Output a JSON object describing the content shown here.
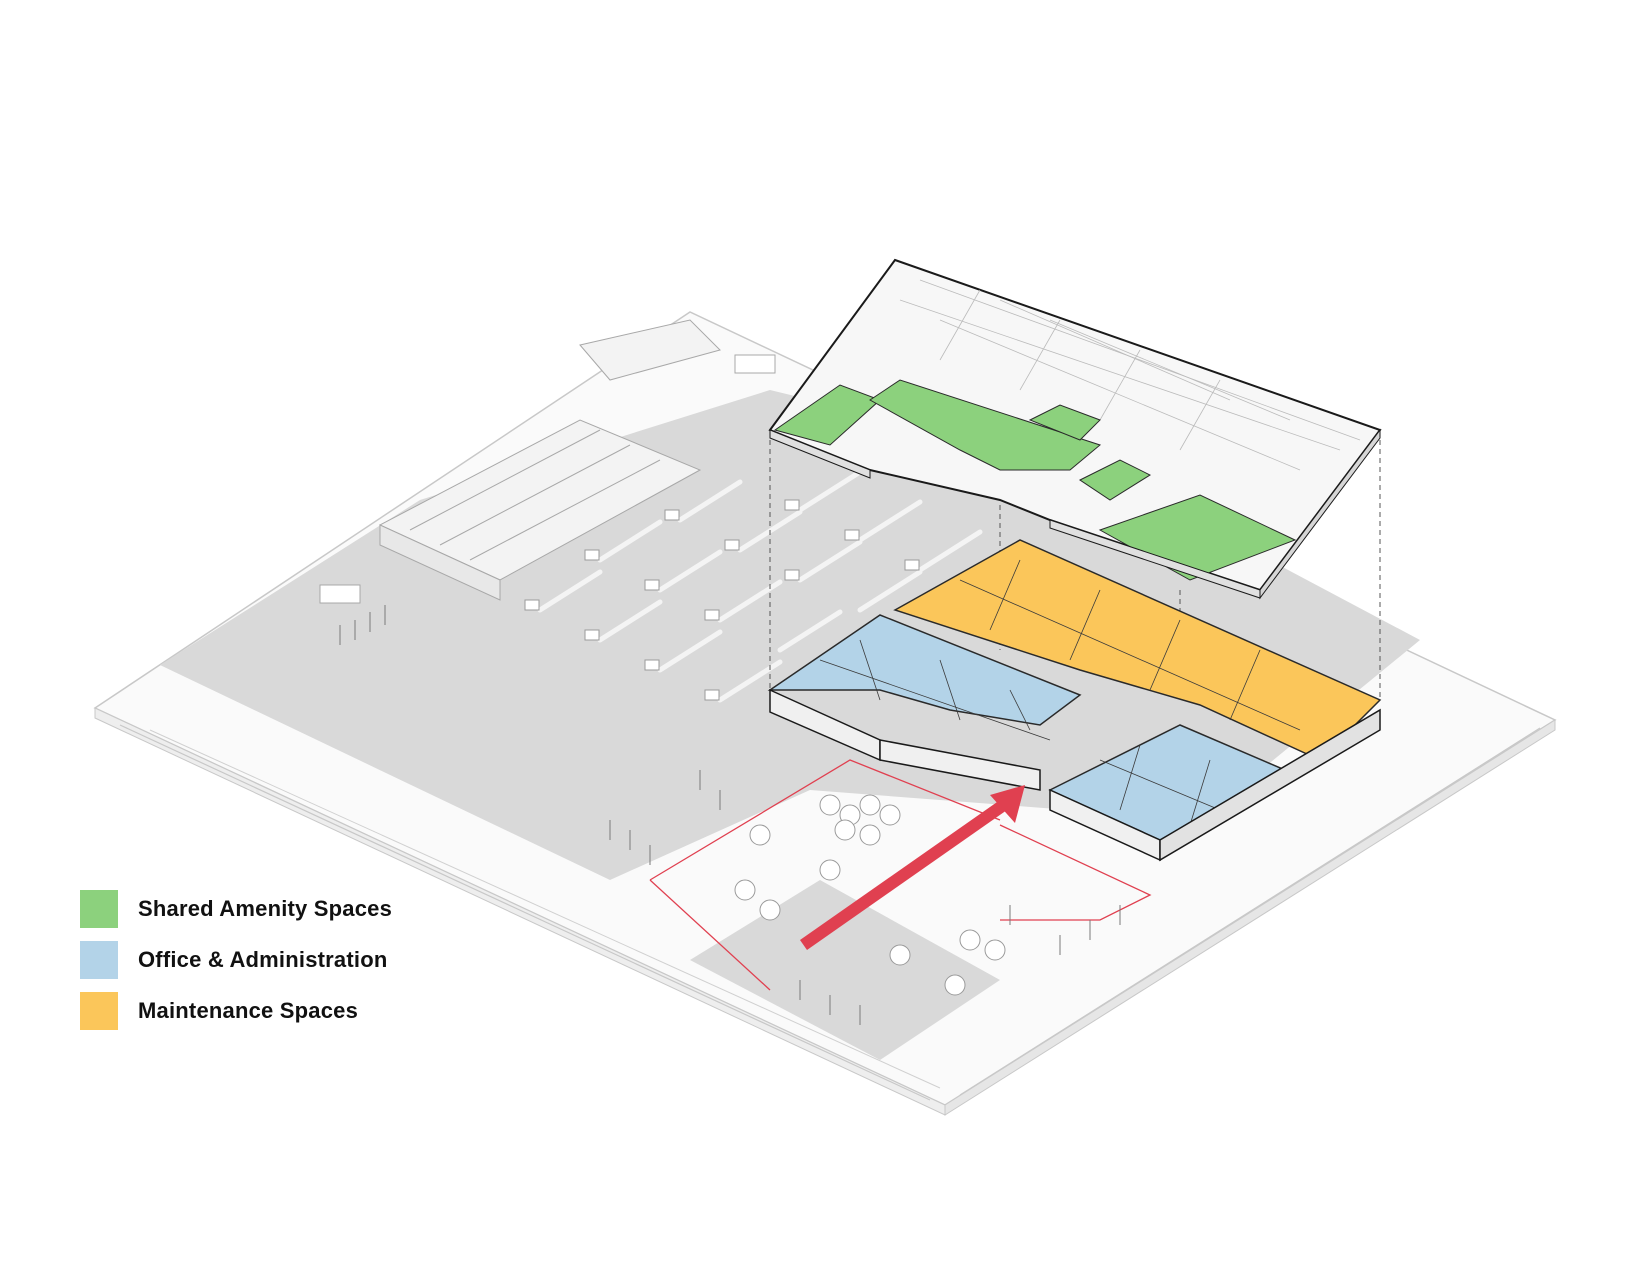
{
  "legend": {
    "items": [
      {
        "label": "Shared Amenity Spaces",
        "color": "#8cd17d"
      },
      {
        "label": "Office & Administration",
        "color": "#b3d3e8"
      },
      {
        "label": "Maintenance Spaces",
        "color": "#fbc65a"
      }
    ]
  },
  "colors": {
    "paving": "#d9d9d9",
    "line": "#bfbfbf",
    "outline": "#1a1a1a",
    "entry_arrow": "#e04050",
    "upper_floor_neutral": "#f7f7f7"
  },
  "icons": [
    "entry-arrow-icon",
    "tree-icon"
  ]
}
